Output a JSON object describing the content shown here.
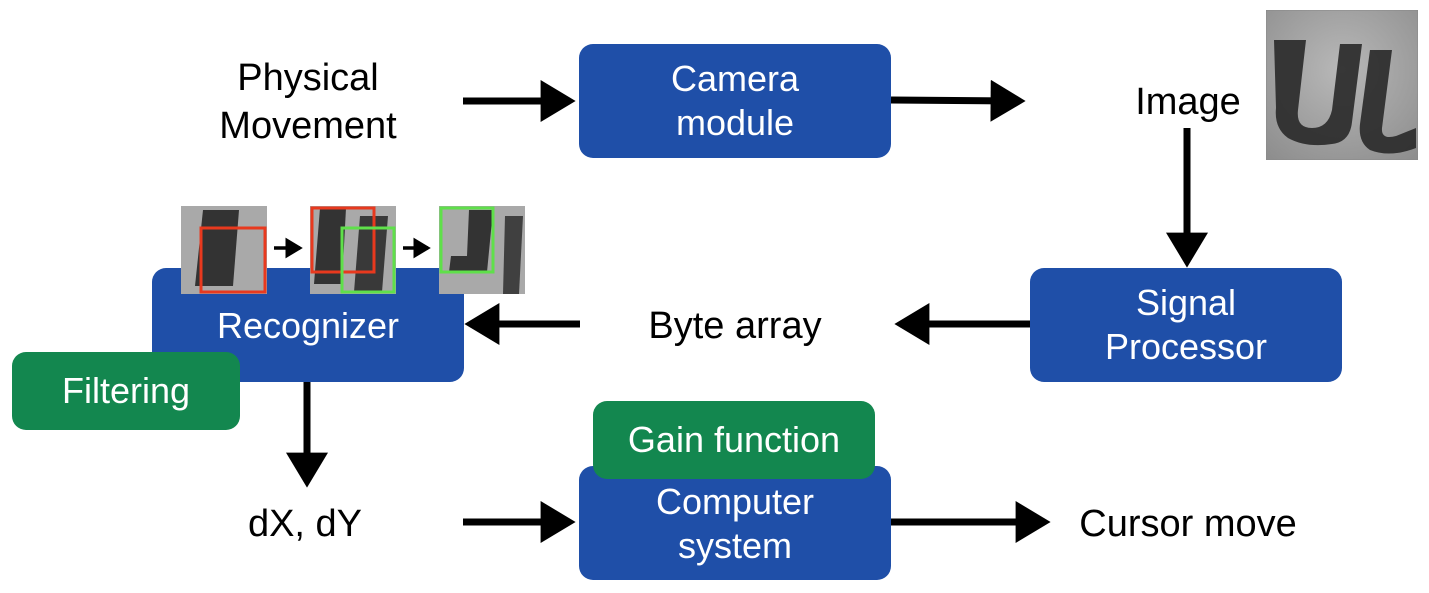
{
  "nodes": {
    "physical_movement": [
      "Physical",
      "Movement"
    ],
    "camera_module": [
      "Camera",
      "module"
    ],
    "image": "Image",
    "signal_processor": [
      "Signal",
      "Processor"
    ],
    "byte_array": "Byte array",
    "recognizer": "Recognizer",
    "filtering": "Filtering",
    "dx_dy": "dX, dY",
    "gain_function": "Gain function",
    "computer_system": [
      "Computer",
      "system"
    ],
    "cursor_move": "Cursor move"
  },
  "colors": {
    "process_box": "#1f4fa8",
    "aux_box": "#13874f",
    "tracking_box_prev": "#e8391e",
    "tracking_box_curr": "#5fe04a",
    "arrow": "#000000"
  }
}
